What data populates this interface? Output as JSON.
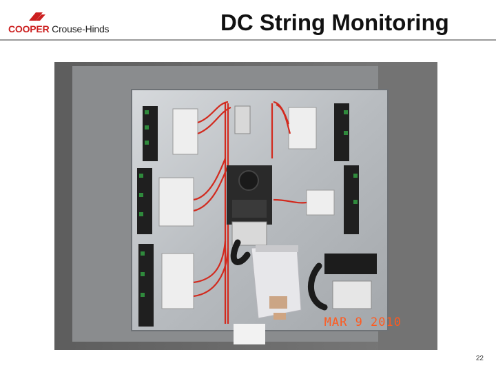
{
  "slide": {
    "title": "DC String Monitoring",
    "page_number": "22"
  },
  "logo": {
    "brand_primary": "COOPER",
    "brand_secondary": " Crouse-Hinds",
    "brand_color": "#cc1f1f"
  },
  "photo": {
    "date_stamp": "MAR 9 2010"
  }
}
